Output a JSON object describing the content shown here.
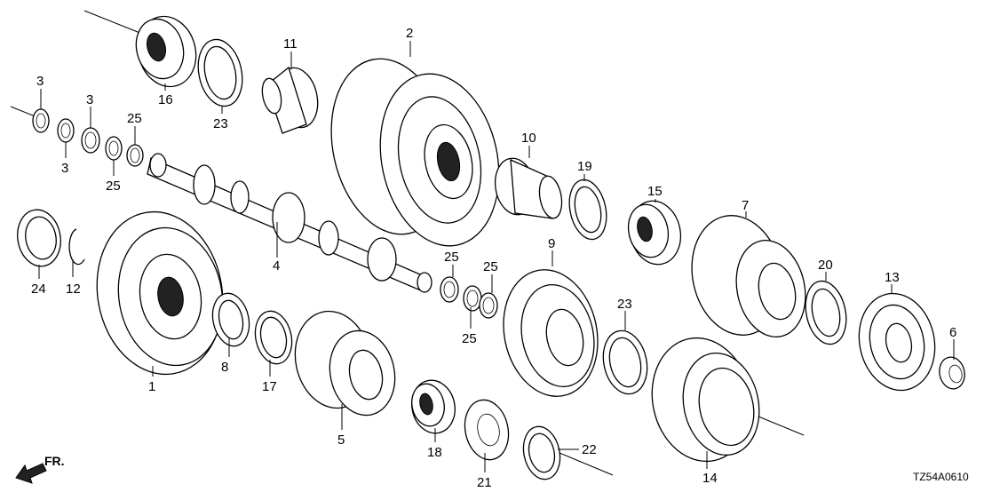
{
  "diagram": {
    "code": "TZ54A0610",
    "front_label": "FR.",
    "callouts": [
      {
        "id": "c1",
        "num": "1"
      },
      {
        "id": "c2",
        "num": "2"
      },
      {
        "id": "c3a",
        "num": "3"
      },
      {
        "id": "c3b",
        "num": "3"
      },
      {
        "id": "c3c",
        "num": "3"
      },
      {
        "id": "c4",
        "num": "4"
      },
      {
        "id": "c5",
        "num": "5"
      },
      {
        "id": "c6",
        "num": "6"
      },
      {
        "id": "c7",
        "num": "7"
      },
      {
        "id": "c8",
        "num": "8"
      },
      {
        "id": "c9",
        "num": "9"
      },
      {
        "id": "c10",
        "num": "10"
      },
      {
        "id": "c11",
        "num": "11"
      },
      {
        "id": "c12",
        "num": "12"
      },
      {
        "id": "c13",
        "num": "13"
      },
      {
        "id": "c14",
        "num": "14"
      },
      {
        "id": "c15",
        "num": "15"
      },
      {
        "id": "c16",
        "num": "16"
      },
      {
        "id": "c17",
        "num": "17"
      },
      {
        "id": "c18",
        "num": "18"
      },
      {
        "id": "c19",
        "num": "19"
      },
      {
        "id": "c20",
        "num": "20"
      },
      {
        "id": "c21",
        "num": "21"
      },
      {
        "id": "c22",
        "num": "22"
      },
      {
        "id": "c23a",
        "num": "23"
      },
      {
        "id": "c23b",
        "num": "23"
      },
      {
        "id": "c24",
        "num": "24"
      },
      {
        "id": "c25a",
        "num": "25"
      },
      {
        "id": "c25b",
        "num": "25"
      },
      {
        "id": "c25c",
        "num": "25"
      },
      {
        "id": "c25d",
        "num": "25"
      },
      {
        "id": "c25e",
        "num": "25"
      }
    ]
  }
}
